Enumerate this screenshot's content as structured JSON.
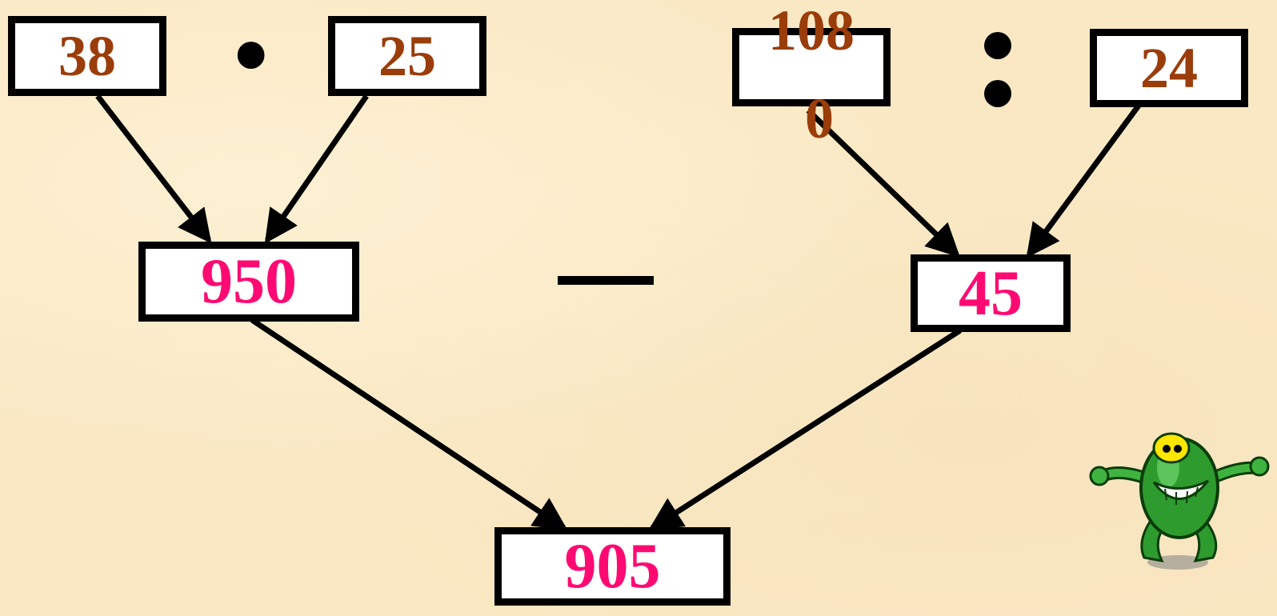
{
  "top_left": {
    "left_operand": "38",
    "operator": "•",
    "right_operand": "25"
  },
  "top_right": {
    "left_operand_line1": "108",
    "left_operand_line2": "0",
    "operator": ":",
    "right_operand": "24"
  },
  "middle": {
    "left_result": "950",
    "operator": "—",
    "right_result": "45"
  },
  "bottom": {
    "final_result": "905"
  },
  "colors": {
    "operand": "#9a3d0a",
    "result": "#ff0a73",
    "background": "#fae8c4",
    "frame": "#000000"
  },
  "decoration": {
    "mascot": "green-frog-cartoon"
  }
}
